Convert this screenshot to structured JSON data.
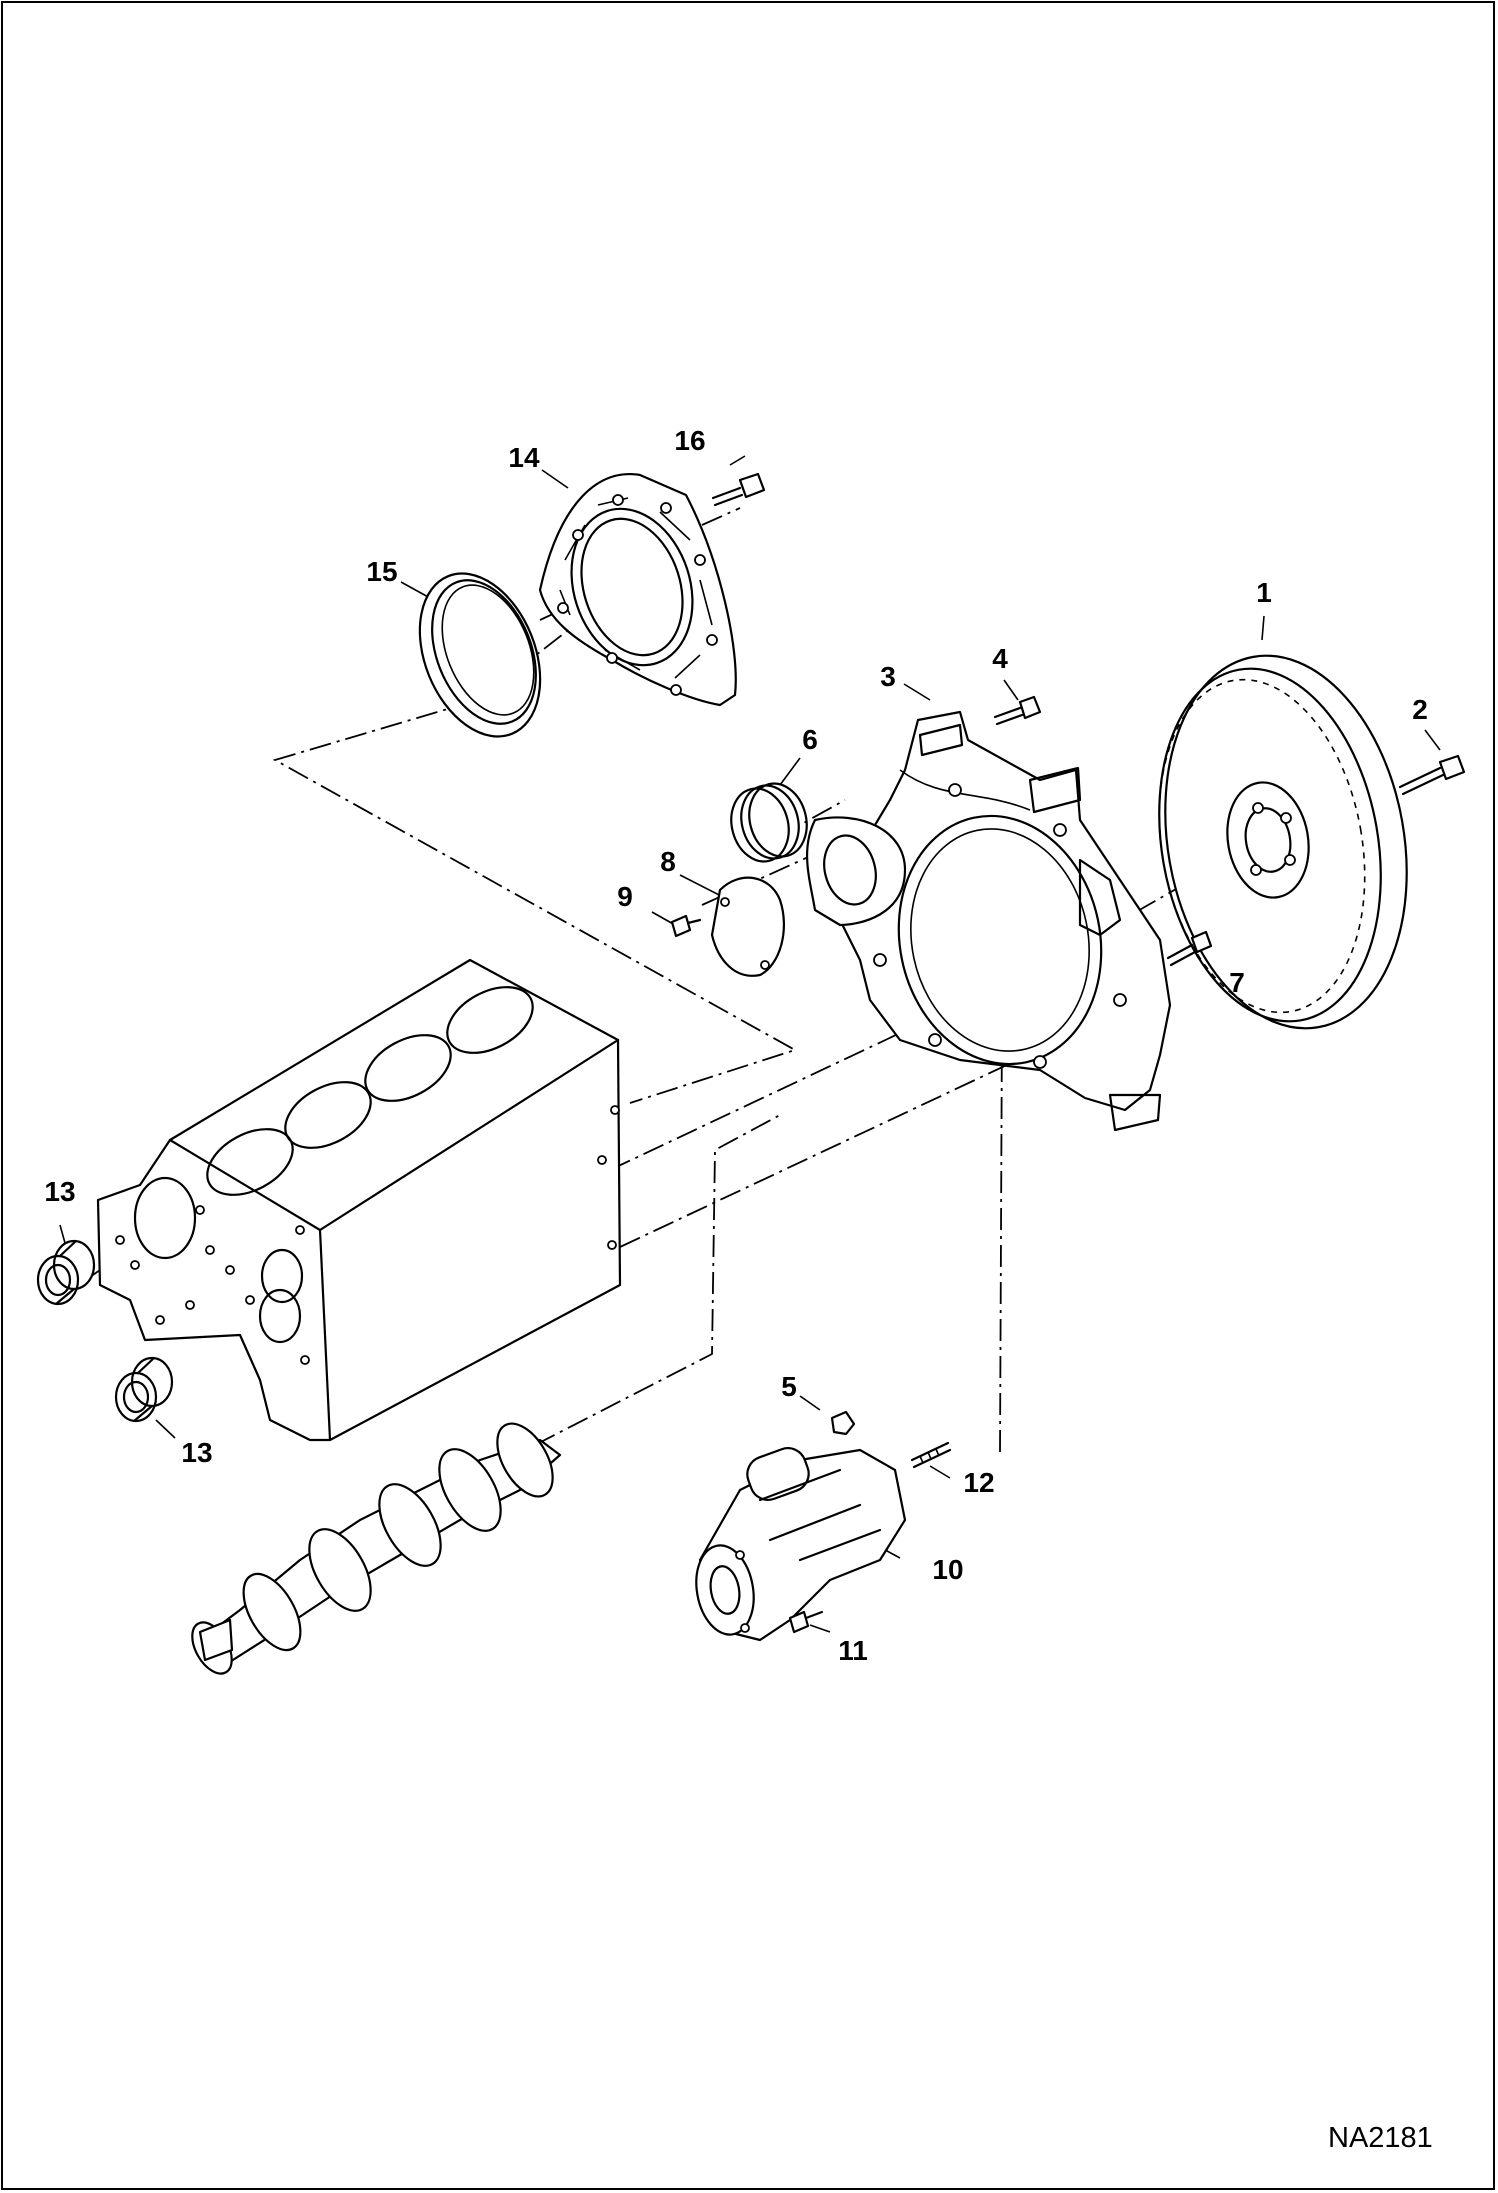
{
  "figure_code": "NA2181",
  "callouts": [
    {
      "id": "1",
      "label": "1"
    },
    {
      "id": "2",
      "label": "2"
    },
    {
      "id": "3",
      "label": "3"
    },
    {
      "id": "4",
      "label": "4"
    },
    {
      "id": "5",
      "label": "5"
    },
    {
      "id": "6",
      "label": "6"
    },
    {
      "id": "7",
      "label": "7"
    },
    {
      "id": "8",
      "label": "8"
    },
    {
      "id": "9",
      "label": "9"
    },
    {
      "id": "10",
      "label": "10"
    },
    {
      "id": "11",
      "label": "11"
    },
    {
      "id": "12",
      "label": "12"
    },
    {
      "id": "13a",
      "label": "13"
    },
    {
      "id": "13b",
      "label": "13"
    },
    {
      "id": "14",
      "label": "14"
    },
    {
      "id": "15",
      "label": "15"
    },
    {
      "id": "16",
      "label": "16"
    }
  ]
}
